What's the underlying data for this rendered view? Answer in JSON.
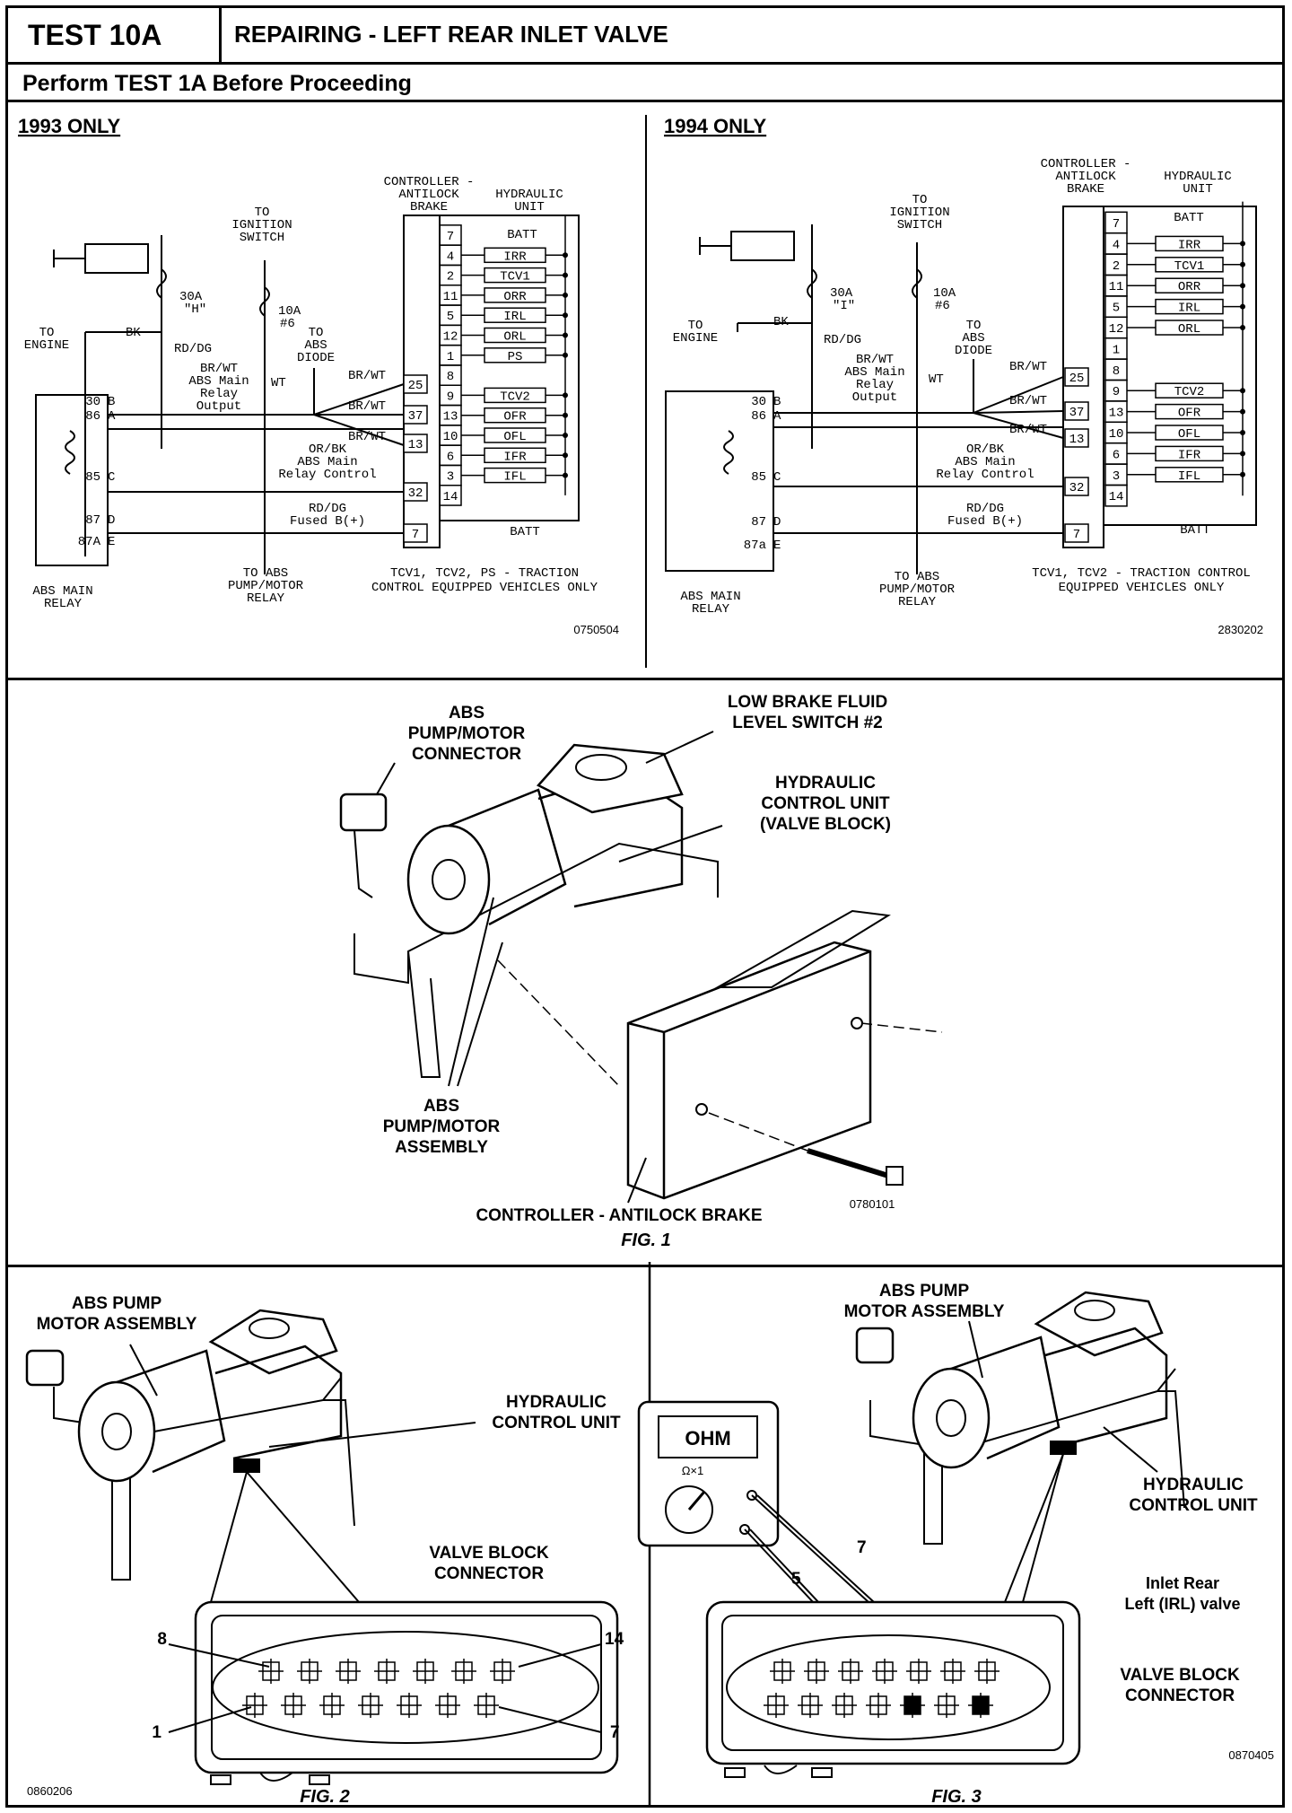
{
  "header": {
    "test_id": "TEST 10A",
    "title": "REPAIRING - LEFT REAR INLET VALVE",
    "subtitle": "Perform TEST 1A Before Proceeding"
  },
  "wiring_1993": {
    "heading": "1993 ONLY",
    "controller_label": [
      "CONTROLLER -",
      "ANTILOCK",
      "BRAKE"
    ],
    "hydraulic_label": [
      "HYDRAULIC",
      "UNIT"
    ],
    "batt_top": "BATT",
    "batt_bottom": "BATT",
    "pins": [
      {
        "pin": "7",
        "valve": ""
      },
      {
        "pin": "4",
        "valve": "IRR"
      },
      {
        "pin": "2",
        "valve": "TCV1"
      },
      {
        "pin": "11",
        "valve": "ORR"
      },
      {
        "pin": "5",
        "valve": "IRL"
      },
      {
        "pin": "12",
        "valve": "ORL"
      },
      {
        "pin": "1",
        "valve": "PS"
      },
      {
        "pin": "8",
        "valve": ""
      },
      {
        "pin": "9",
        "valve": "TCV2"
      },
      {
        "pin": "13",
        "valve": "OFR"
      },
      {
        "pin": "10",
        "valve": "OFL"
      },
      {
        "pin": "6",
        "valve": "IFR"
      },
      {
        "pin": "3",
        "valve": "IFL"
      },
      {
        "pin": "14",
        "valve": ""
      }
    ],
    "left_pins": [
      "25",
      "37",
      "13",
      "32",
      "7"
    ],
    "to_ignition": [
      "TO",
      "IGNITION",
      "SWITCH"
    ],
    "fuse_30a": [
      "30A",
      "\"H\""
    ],
    "fuse_10a": [
      "10A",
      "#6"
    ],
    "to_engine": [
      "TO",
      "ENGINE"
    ],
    "bk": "BK",
    "rd_dg": "RD/DG",
    "to_abs_diode": [
      "TO",
      "ABS",
      "DIODE"
    ],
    "output_label": [
      "BR/WT",
      "ABS Main",
      "Relay",
      "Output"
    ],
    "wt": "WT",
    "br_wt": "BR/WT",
    "control_label": [
      "OR/BK",
      "ABS Main",
      "Relay Control"
    ],
    "fused_label": [
      "RD/DG",
      "Fused B(+)"
    ],
    "relay_pins": [
      [
        "30",
        "B"
      ],
      [
        "86",
        "A"
      ],
      [
        "85",
        "C"
      ],
      [
        "87",
        "D"
      ],
      [
        "87A",
        "E"
      ]
    ],
    "relay_label": [
      "ABS MAIN",
      "RELAY"
    ],
    "to_pump": [
      "TO ABS",
      "PUMP/MOTOR",
      "RELAY"
    ],
    "note": [
      "TCV1, TCV2, PS - TRACTION",
      "CONTROL EQUIPPED VEHICLES ONLY"
    ],
    "code": "0750504"
  },
  "wiring_1994": {
    "heading": "1994 ONLY",
    "controller_label": [
      "CONTROLLER -",
      "ANTILOCK",
      "BRAKE"
    ],
    "hydraulic_label": [
      "HYDRAULIC",
      "UNIT"
    ],
    "batt_top": "BATT",
    "batt_bottom": "BATT",
    "pins": [
      {
        "pin": "7",
        "valve": ""
      },
      {
        "pin": "4",
        "valve": "IRR"
      },
      {
        "pin": "2",
        "valve": "TCV1"
      },
      {
        "pin": "11",
        "valve": "ORR"
      },
      {
        "pin": "5",
        "valve": "IRL"
      },
      {
        "pin": "12",
        "valve": "ORL"
      },
      {
        "pin": "1",
        "valve": ""
      },
      {
        "pin": "8",
        "valve": ""
      },
      {
        "pin": "9",
        "valve": "TCV2"
      },
      {
        "pin": "13",
        "valve": "OFR"
      },
      {
        "pin": "10",
        "valve": "OFL"
      },
      {
        "pin": "6",
        "valve": "IFR"
      },
      {
        "pin": "3",
        "valve": "IFL"
      },
      {
        "pin": "14",
        "valve": ""
      }
    ],
    "left_pins": [
      "25",
      "37",
      "13",
      "32",
      "7"
    ],
    "to_ignition": [
      "TO",
      "IGNITION",
      "SWITCH"
    ],
    "fuse_30a": [
      "30A",
      "\"I\""
    ],
    "fuse_10a": [
      "10A",
      "#6"
    ],
    "to_engine": [
      "TO",
      "ENGINE"
    ],
    "bk": "BK",
    "rd_dg": "RD/DG",
    "to_abs_diode": [
      "TO",
      "ABS",
      "DIODE"
    ],
    "output_label": [
      "BR/WT",
      "ABS Main",
      "Relay",
      "Output"
    ],
    "wt": "WT",
    "br_wt": "BR/WT",
    "control_label": [
      "OR/BK",
      "ABS Main",
      "Relay Control"
    ],
    "fused_label": [
      "RD/DG",
      "Fused B(+)"
    ],
    "relay_pins": [
      [
        "30",
        "B"
      ],
      [
        "86",
        "A"
      ],
      [
        "85",
        "C"
      ],
      [
        "87",
        "D"
      ],
      [
        "87a",
        "E"
      ]
    ],
    "relay_label": [
      "ABS MAIN",
      "RELAY"
    ],
    "to_pump": [
      "TO ABS",
      "PUMP/MOTOR",
      "RELAY"
    ],
    "note": [
      "TCV1, TCV2 - TRACTION CONTROL",
      "EQUIPPED VEHICLES ONLY"
    ],
    "code": "2830202"
  },
  "fig1": {
    "pump_connector": [
      "ABS",
      "PUMP/MOTOR",
      "CONNECTOR"
    ],
    "fluid_switch": [
      "LOW BRAKE FLUID",
      "LEVEL SWITCH #2"
    ],
    "hydraulic": [
      "HYDRAULIC",
      "CONTROL UNIT",
      "(VALVE BLOCK)"
    ],
    "pump_assembly": [
      "ABS",
      "PUMP/MOTOR",
      "ASSEMBLY"
    ],
    "controller": "CONTROLLER - ANTILOCK BRAKE",
    "code": "0780101",
    "caption": "FIG. 1"
  },
  "fig2": {
    "pump": [
      "ABS PUMP",
      "MOTOR ASSEMBLY"
    ],
    "hydraulic": [
      "HYDRAULIC",
      "CONTROL UNIT"
    ],
    "connector": [
      "VALVE BLOCK",
      "CONNECTOR"
    ],
    "pin_8": "8",
    "pin_14": "14",
    "pin_1": "1",
    "pin_7": "7",
    "code": "0860206",
    "caption": "FIG. 2"
  },
  "fig3": {
    "pump": [
      "ABS PUMP",
      "MOTOR ASSEMBLY"
    ],
    "meter": "OHM",
    "meter_range": "Ω×1",
    "hydraulic": [
      "HYDRAULIC",
      "CONTROL UNIT"
    ],
    "valve": [
      "Inlet Rear",
      "Left (IRL) valve"
    ],
    "connector": [
      "VALVE BLOCK",
      "CONNECTOR"
    ],
    "probe_7": "7",
    "probe_5": "5",
    "code": "0870405",
    "caption": "FIG. 3"
  }
}
